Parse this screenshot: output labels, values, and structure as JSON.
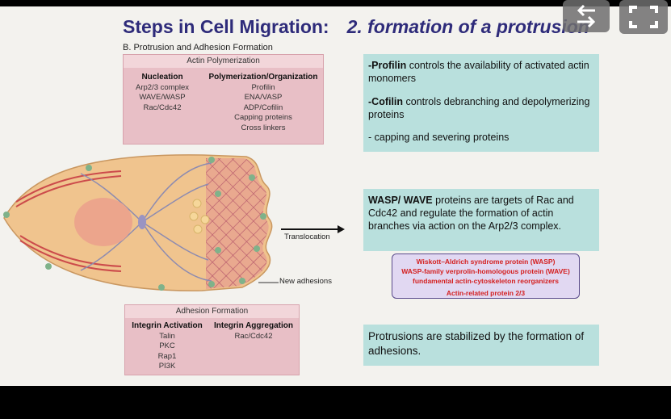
{
  "title": {
    "main": "Steps in Cell Migration:",
    "sub": "2. formation of a protrusion"
  },
  "section_label": "B. Protrusion and Adhesion Formation",
  "actin_box": {
    "header": "Actin Polymerization",
    "col1_title": "Nucleation",
    "col1_items": [
      "Arp2/3 complex",
      "WAVE/WASP",
      "Rac/Cdc42"
    ],
    "col2_title": "Polymerization/Organization",
    "col2_items": [
      "Profilin",
      "ENA/VASP",
      "ADP/Cofilin",
      "Capping proteins",
      "Cross linkers"
    ]
  },
  "diagram": {
    "translocation_label": "Translocation",
    "adhesions_label": "New adhesions"
  },
  "adhesion_box": {
    "header": "Adhesion Formation",
    "col1_title": "Integrin Activation",
    "col1_items": [
      "Talin",
      "PKC",
      "Rap1",
      "PI3K"
    ],
    "col2_title": "Integrin Aggregation",
    "col2_items": [
      "Rac/Cdc42"
    ]
  },
  "box1": {
    "profilin_term": "-Profilin",
    "profilin_text": " controls the availability of activated actin monomers",
    "cofilin_term": "-Cofilin",
    "cofilin_text": "  controls debranching and depolymerizing proteins",
    "capping_text": "- capping and severing proteins"
  },
  "box2": {
    "term": "WASP/ WAVE",
    "text": " proteins are targets of Rac and Cdc42 and regulate the formation of actin branches via action on the Arp2/3 complex."
  },
  "abbrev_box": [
    "Wiskott–Aldrich syndrome protein (WASP)",
    "WASP-family verprolin-homologous protein (WAVE)",
    "fundamental actin-cytoskeleton reorganizers",
    "Actin-related protein 2/3"
  ],
  "box3": {
    "text": "Protrusions are  stabilized by the formation of adhesions."
  },
  "controls": {
    "back_icon": "back-arrow-icon",
    "fullscreen_icon": "fullscreen-icon"
  },
  "colors": {
    "title": "#2e2b7a",
    "pink": "#e8bfc6",
    "teal": "#b9e0dd",
    "red_text": "#d42020"
  }
}
